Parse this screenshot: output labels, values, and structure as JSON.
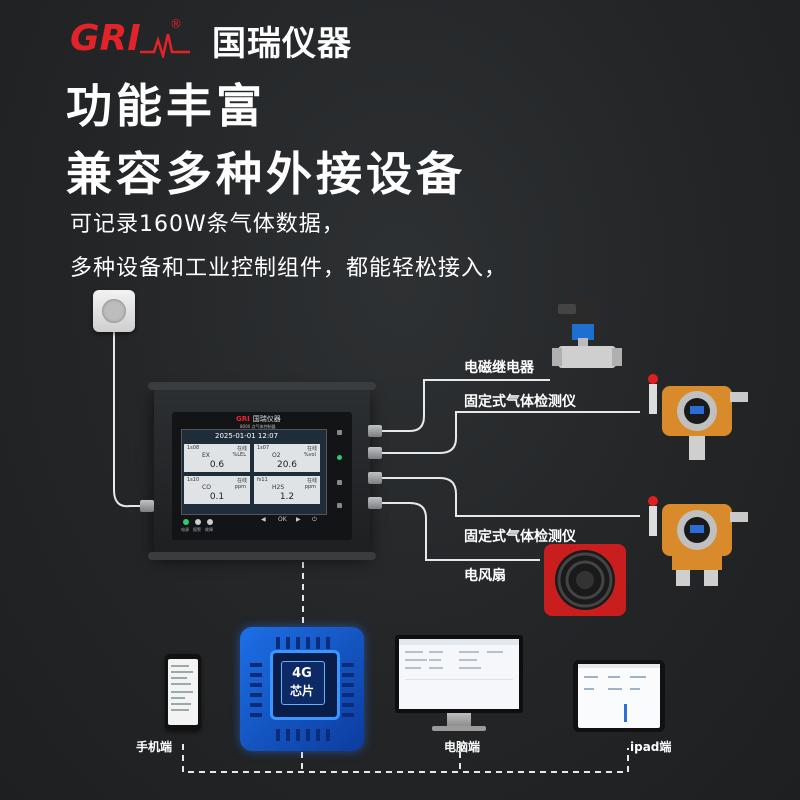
{
  "brand": {
    "logo_text": "GRI",
    "registered_mark": "®",
    "name": "国瑞仪器"
  },
  "headline": {
    "line1": "功能丰富",
    "line2": "兼容多种外接设备"
  },
  "description": {
    "line1": "可记录160W条气体数据，",
    "line2": "多种设备和工业控制组件，都能轻松接入，"
  },
  "device": {
    "brand": "国瑞仪器",
    "model": "8000 点气体控制器",
    "screen_time": "2025-01-01    12:07",
    "cells": [
      {
        "id": "1s08",
        "status": "在线",
        "gas": "EX",
        "unit": "%LEL",
        "value": "0.6"
      },
      {
        "id": "1s07",
        "status": "在线",
        "gas": "O2",
        "unit": "%vol",
        "value": "20.6"
      },
      {
        "id": "1s10",
        "status": "在线",
        "gas": "CO",
        "unit": "ppm",
        "value": "0.1"
      },
      {
        "id": "fs11",
        "status": "在线",
        "gas": "H2S",
        "unit": "ppm",
        "value": "1.2"
      }
    ],
    "indicator_labels": [
      "电源",
      "报警",
      "故障"
    ],
    "nav_labels": [
      "◀",
      "OK",
      "▶",
      "⏻"
    ]
  },
  "peripherals": {
    "solenoid_valve": "电磁继电器",
    "detector_top": "固定式气体检测仪",
    "detector_bottom": "固定式气体检测仪",
    "fan": "电风扇"
  },
  "chip": {
    "line1": "4G",
    "line2": "芯片"
  },
  "terminals": {
    "phone": "手机端",
    "pc": "电脑端",
    "ipad": "ipad端"
  },
  "colors": {
    "background": "#232527",
    "brand_red": "#e2232a",
    "chip_blue": "#1d6fe6",
    "alarm_red": "#e02020",
    "detector_orange": "#d98a2b"
  }
}
